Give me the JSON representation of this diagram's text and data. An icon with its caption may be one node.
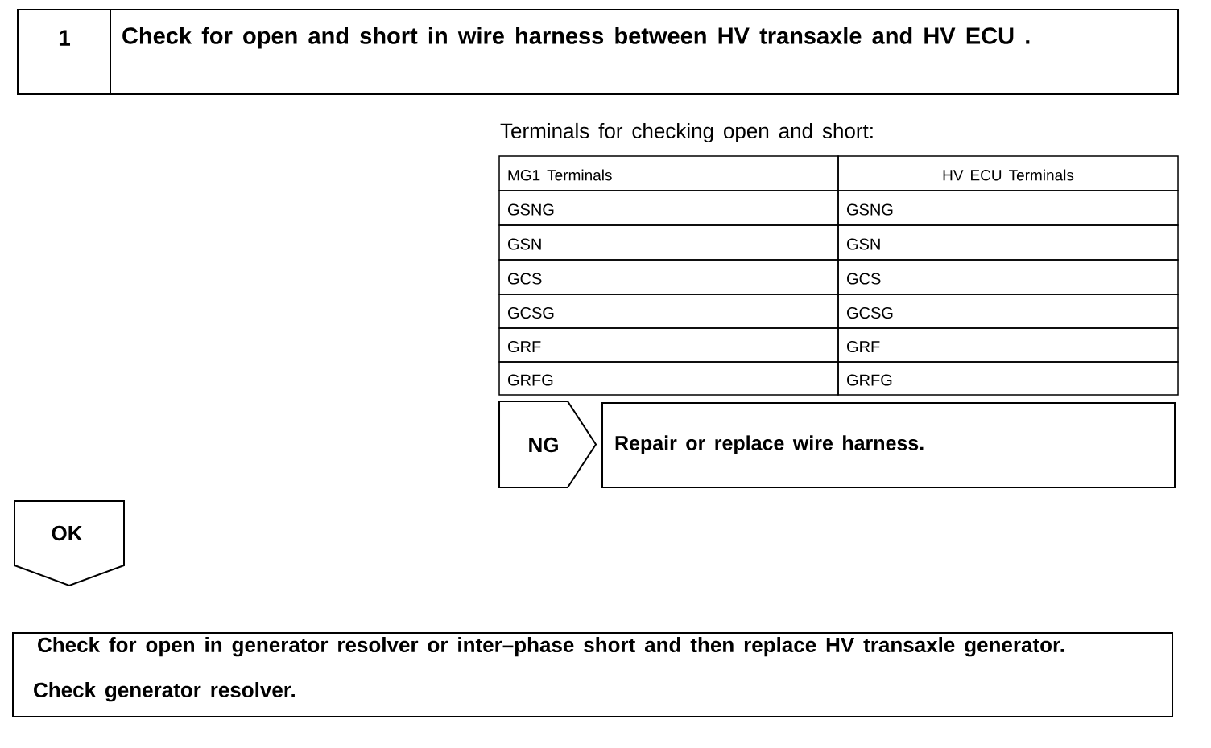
{
  "diagram": {
    "nodes": [
      {
        "text": [
          "1",
          "Check for open and short in wire harness between HV transaxle and HV ECU ."
        ]
      },
      {
        "text": [
          "NG"
        ]
      },
      {
        "text": [
          "Repair or replace wire harness."
        ]
      },
      {
        "text": [
          "OK"
        ]
      },
      {
        "text": [
          "Check for open in generator resolver or inter–phase short and then replace HV transaxle generator.",
          "Check generator resolver."
        ]
      }
    ],
    "labels": [
      "Terminals for checking open and short:",
      "MG1 Terminals",
      "HV ECU Terminals",
      "GSNG",
      "GSNG",
      "GSN",
      "GSN",
      "GCS",
      "GCS",
      "GCSG",
      "GCSG",
      "GRF",
      "GRF",
      "GRFG",
      "GRFG"
    ]
  }
}
